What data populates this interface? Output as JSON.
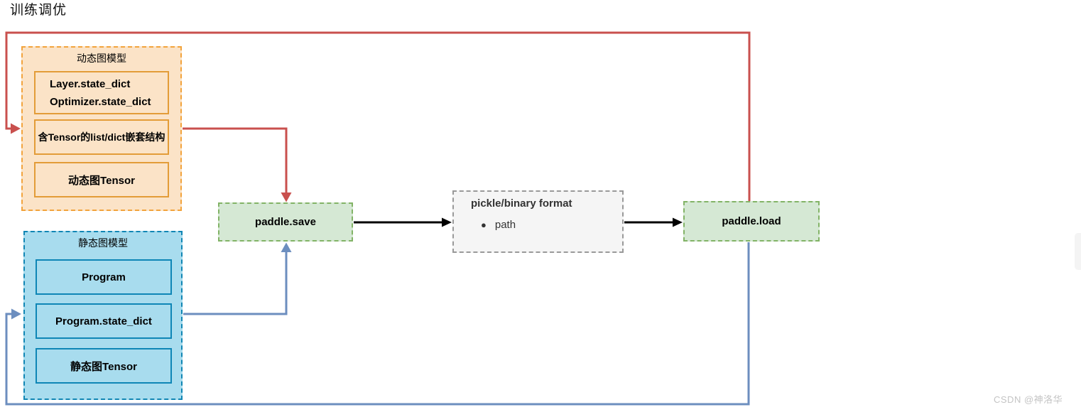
{
  "page_title": "训练调优",
  "colors": {
    "red": "#C9504E",
    "blue": "#6C8EBF",
    "black": "#000000",
    "orange_border": "#F2A33C",
    "orange_inner_border": "#E39C38",
    "orange_fill": "#FBE3C7",
    "blue_border": "#1086B4",
    "blue_inner_border": "#0E86B6",
    "blue_fill": "#A8DCEE",
    "green_border": "#82B366",
    "green_fill": "#D5E8D4",
    "gray_border": "#999999",
    "gray_fill": "#F5F5F5",
    "watermark_gray": "#C4C4C4"
  },
  "dynamic_group": {
    "label": "动态图模型",
    "items": [
      {
        "line1": "Layer.state_dict",
        "line2": "Optimizer.state_dict"
      },
      {
        "label": "含Tensor的list/dict嵌套结构"
      },
      {
        "label": "动态图Tensor"
      }
    ]
  },
  "static_group": {
    "label": "静态图模型",
    "items": [
      {
        "label": "Program"
      },
      {
        "label": "Program.state_dict"
      },
      {
        "label": "静态图Tensor"
      }
    ]
  },
  "save_node": {
    "label": "paddle.save"
  },
  "format_node": {
    "title": "pickle/binary format",
    "bullet": "path"
  },
  "load_node": {
    "label": "paddle.load"
  },
  "watermark": "CSDN @神洛华"
}
